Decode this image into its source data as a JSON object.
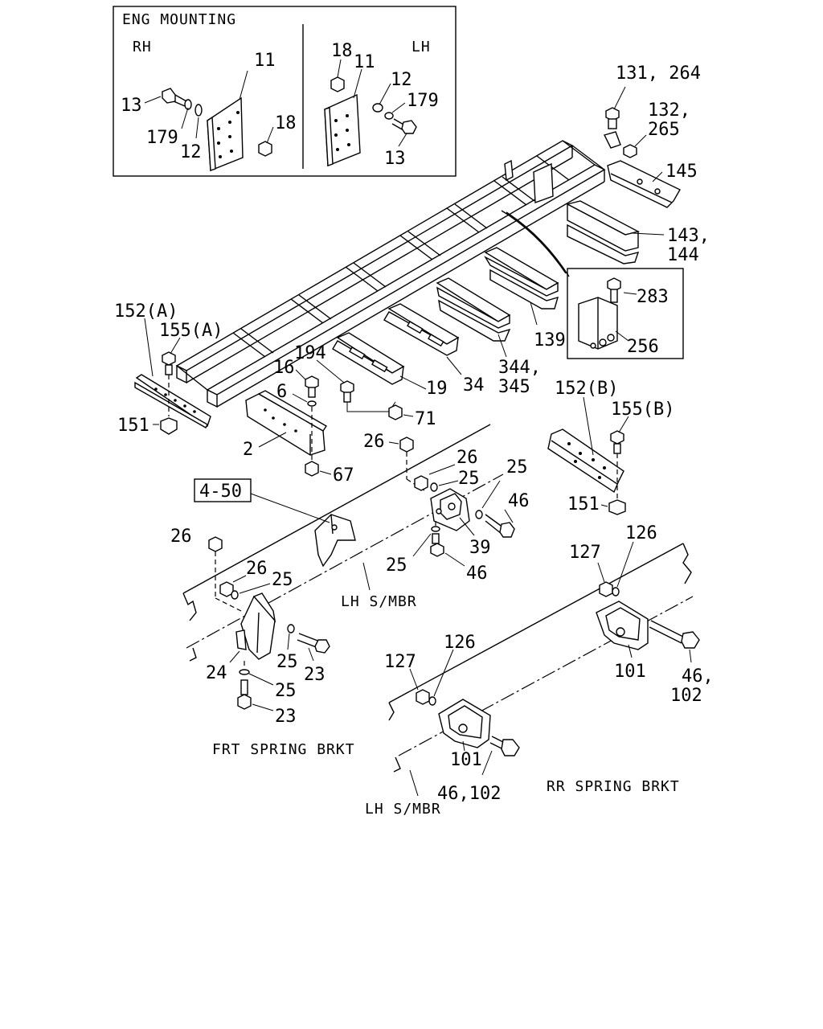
{
  "inset_engine": {
    "title": "ENG MOUNTING",
    "rh": "RH",
    "lh": "LH",
    "rh_labels": {
      "p11": "11",
      "p13": "13",
      "p179": "179",
      "p12": "12",
      "p18": "18"
    },
    "lh_labels": {
      "p18": "18",
      "p11": "11",
      "p12": "12",
      "p179": "179",
      "p13": "13"
    }
  },
  "inset_bracket": {
    "p283": "283",
    "p256": "256"
  },
  "labels": {
    "l131_264": "131, 264",
    "l132": "132,",
    "l265": "265",
    "l145": "145",
    "l143": "143,",
    "l144": "144",
    "l139": "139",
    "l344": "344,",
    "l345": "345",
    "l34": "34",
    "l19": "19",
    "l194": "194",
    "l16": "16",
    "l6": "6",
    "l71": "71",
    "l2": "2",
    "l67": "67",
    "l152a": "152(A)",
    "l155a": "155(A)",
    "l151a": "151",
    "l152b": "152(B)",
    "l155b": "155(B)",
    "l151b": "151",
    "l26a": "26",
    "l26b": "26",
    "l25a": "25",
    "l25b": "25",
    "l46a": "46",
    "l39": "39",
    "l25c": "25",
    "l46b": "46",
    "ref450": "4-50",
    "l26c": "26",
    "l26d": "26",
    "l25d": "25",
    "l25e": "25",
    "l23a": "23",
    "l24": "24",
    "l25f": "25",
    "l23b": "23",
    "l127a": "127",
    "l126a": "126",
    "l101a": "101",
    "l46_102a": "46,",
    "l102a": "102",
    "l127b": "127",
    "l126b": "126",
    "l101b": "101",
    "l46_102b": "46,102"
  },
  "captions": {
    "lh_smbr_1": "LH S/MBR",
    "frt_spring": "FRT SPRING BRKT",
    "rr_spring": "RR SPRING BRKT",
    "lh_smbr_2": "LH S/MBR"
  }
}
